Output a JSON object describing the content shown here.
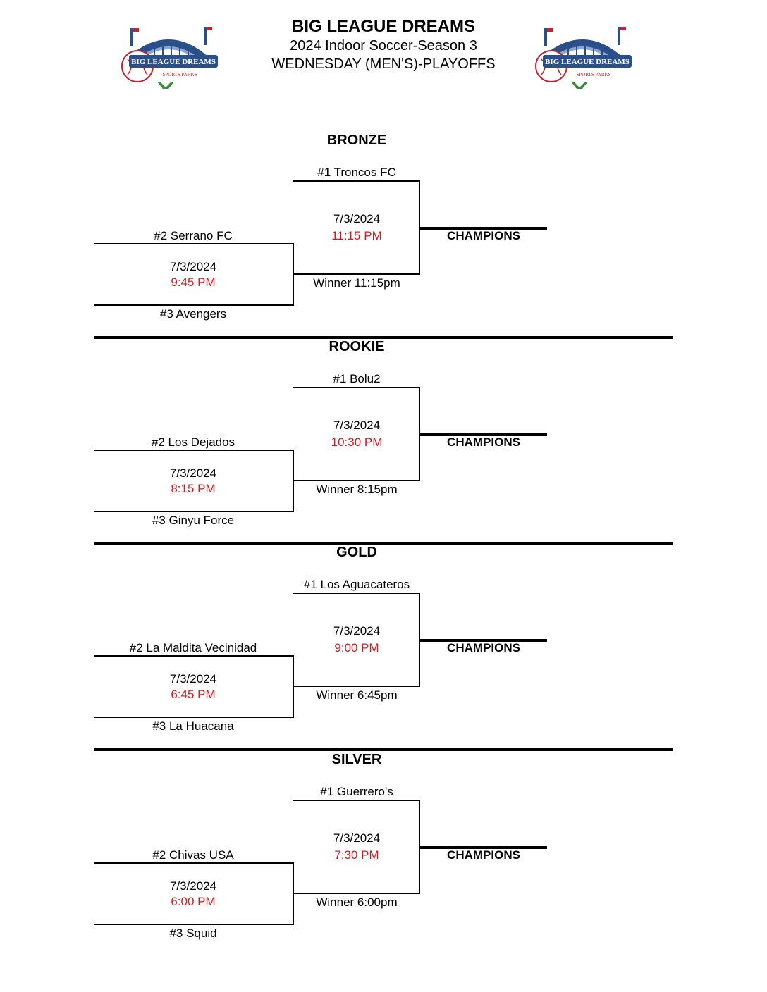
{
  "header": {
    "title": "BIG LEAGUE DREAMS",
    "subtitle": "2024 Indoor Soccer-Season 3",
    "division": "WEDNESDAY (MEN'S)-PLAYOFFS",
    "logo_text": "BIG LEAGUE DREAMS",
    "logo_subtext": "SPORTS PARKS",
    "colors": {
      "logo_blue": "#2b4f8a",
      "logo_red": "#c8202f",
      "time_red": "#d7191c"
    }
  },
  "brackets": [
    {
      "name": "BRONZE",
      "seed1": "#1 Troncos FC",
      "final_date": "7/3/2024",
      "final_time": "11:15 PM",
      "seed2": "#2 Serrano FC",
      "semi_date": "7/3/2024",
      "semi_time": "9:45 PM",
      "winner_label": "Winner 11:15pm",
      "seed3": "#3 Avengers",
      "champions": "CHAMPIONS"
    },
    {
      "name": "ROOKIE",
      "seed1": "#1 Bolu2",
      "final_date": "7/3/2024",
      "final_time": "10:30 PM",
      "seed2": "#2 Los Dejados",
      "semi_date": "7/3/2024",
      "semi_time": "8:15 PM",
      "winner_label": "Winner 8:15pm",
      "seed3": "#3 Ginyu Force",
      "champions": "CHAMPIONS"
    },
    {
      "name": "GOLD",
      "seed1": "#1 Los Aguacateros",
      "final_date": "7/3/2024",
      "final_time": "9:00 PM",
      "seed2": "#2 La Maldita Vecinidad",
      "semi_date": "7/3/2024",
      "semi_time": "6:45 PM",
      "winner_label": "Winner 6:45pm",
      "seed3": "#3 La Huacana",
      "champions": "CHAMPIONS"
    },
    {
      "name": "SILVER",
      "seed1": "#1 Guerrero's",
      "final_date": "7/3/2024",
      "final_time": "7:30 PM",
      "seed2": "#2 Chivas USA",
      "semi_date": "7/3/2024",
      "semi_time": "6:00 PM",
      "winner_label": "Winner 6:00pm",
      "seed3": "#3 Squid",
      "champions": "CHAMPIONS"
    }
  ]
}
